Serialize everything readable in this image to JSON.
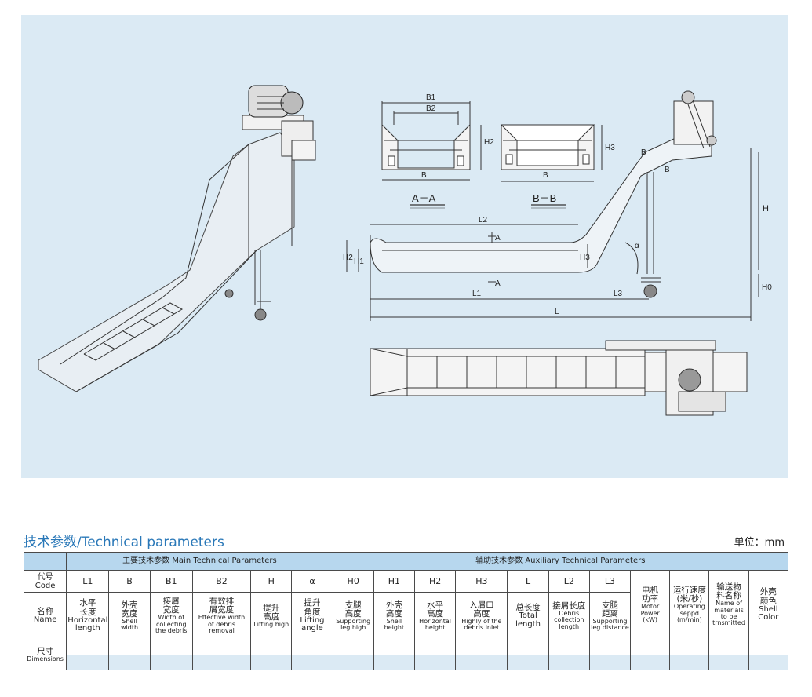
{
  "drawing": {
    "section_aa": "A－A",
    "section_bb": "B－B",
    "labels": {
      "b1": "B1",
      "b2": "B2",
      "b": "B",
      "h2": "H2",
      "h3": "H3",
      "h1": "H1",
      "h": "H",
      "h0": "H0",
      "l": "L",
      "l1": "L1",
      "l2": "L2",
      "l3": "L3",
      "alpha": "α",
      "a": "A",
      "b_arrow": "B"
    }
  },
  "section_title": "技术参数/Technical parameters",
  "unit": "单位：mm",
  "table": {
    "main_group": "主要技术参数  Main Technical Parameters",
    "aux_group": "辅助技术参数  Auxiliary Technical Parameters",
    "code_label": {
      "cn": "代号",
      "en": "Code"
    },
    "name_label": {
      "cn": "名称",
      "en": "Name"
    },
    "dim_label": {
      "cn": "尺寸",
      "en": "Dimensions"
    },
    "codes": [
      "L1",
      "B",
      "B1",
      "B2",
      "H",
      "α",
      "H0",
      "H1",
      "H2",
      "H3",
      "L",
      "L2",
      "L3"
    ],
    "names": [
      {
        "cn": "水平\n长度",
        "en": "Horizontal\nlength"
      },
      {
        "cn": "外壳\n宽度",
        "en": "Shell\nwidth"
      },
      {
        "cn": "接屑\n宽度",
        "en": "Width of\ncollecting\nthe debris"
      },
      {
        "cn": "有效排\n屑宽度",
        "en": "Effective width\nof debris\nremoval"
      },
      {
        "cn": "提升\n高度",
        "en": "Lifting high"
      },
      {
        "cn": "提升\n角度",
        "en": "Lifting\nangle"
      },
      {
        "cn": "支腿\n高度",
        "en": "Supporting\nleg high"
      },
      {
        "cn": "外壳\n高度",
        "en": "Shell\nheight"
      },
      {
        "cn": "水平\n高度",
        "en": "Horizontal\nheight"
      },
      {
        "cn": "入屑口\n高度",
        "en": "Highly of the\ndebris inlet"
      },
      {
        "cn": "总长度",
        "en": "Total\nlength"
      },
      {
        "cn": "接屑长度",
        "en": "Debris\ncollection\nlength"
      },
      {
        "cn": "支腿\n距离",
        "en": "Supporting\nleg distance"
      }
    ],
    "extra_cols": [
      {
        "cn": "电机\n功率",
        "en": "Motor\nPower\n(kW)"
      },
      {
        "cn": "运行速度\n(米/秒)",
        "en": "Operating\nseppd\n(m/min)"
      },
      {
        "cn": "输送物\n料名称",
        "en": "Name of\nmaterials\nto be\ntrnsmitted"
      },
      {
        "cn": "外壳\n颜色",
        "en": "Shell\nColor"
      }
    ]
  }
}
